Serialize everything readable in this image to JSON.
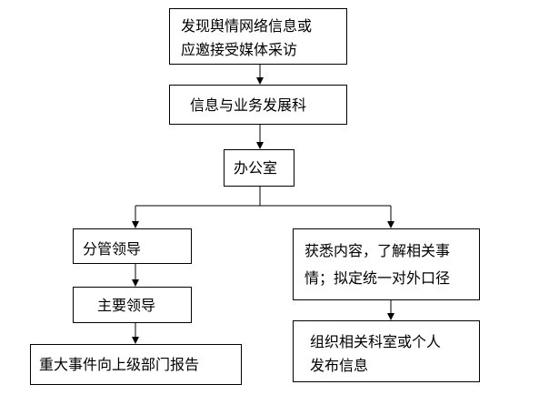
{
  "nodes": {
    "discover": {
      "line1": "发现舆情网络信息或",
      "line2": "应邀接受媒体采访"
    },
    "info_dept": {
      "text": "信息与业务发展科"
    },
    "office": {
      "text": "办公室"
    },
    "branch_leader": {
      "text": "分管领导"
    },
    "main_leader": {
      "text": "主要领导"
    },
    "report_up": {
      "text": "重大事件向上级部门报告"
    },
    "learn_content": {
      "line1": "获悉内容，了解相关事",
      "line2": "情；拟定统一对外口径"
    },
    "organize_release": {
      "line1": "组织相关科室或个人",
      "line2": "发布信息"
    }
  },
  "colors": {
    "line": "#000000",
    "box_border": "#000000",
    "background": "#ffffff"
  }
}
